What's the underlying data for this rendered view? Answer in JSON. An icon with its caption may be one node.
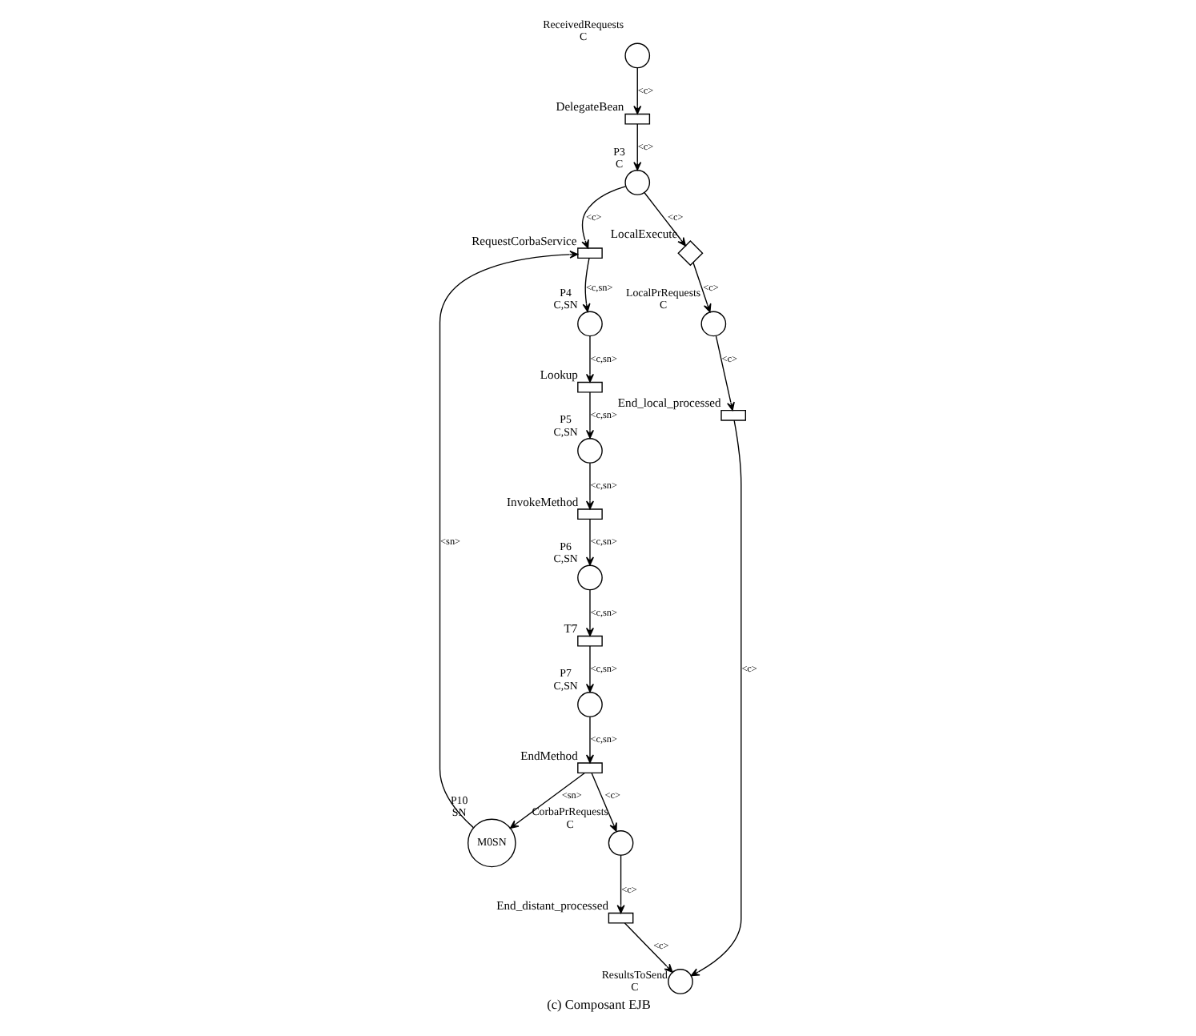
{
  "diagram": {
    "caption": "(c) Composant EJB",
    "nodes": [
      {
        "text": [
          "ReceivedRequests",
          "C"
        ]
      },
      {
        "text": [
          "DelegateBean"
        ]
      },
      {
        "text": [
          "P3",
          "C"
        ]
      },
      {
        "text": [
          "RequestCorbaService"
        ]
      },
      {
        "text": [
          "P4",
          "C,SN"
        ]
      },
      {
        "text": [
          "Lookup"
        ]
      },
      {
        "text": [
          "P5",
          "C,SN"
        ]
      },
      {
        "text": [
          "InvokeMethod"
        ]
      },
      {
        "text": [
          "LocalExecute"
        ]
      },
      {
        "text": [
          "LocalPrRequests",
          "C"
        ]
      },
      {
        "text": [
          "End_local_processed"
        ]
      },
      {
        "text": [
          "P10",
          "SN",
          "M0SN"
        ]
      },
      {
        "text": [
          "P6",
          "C,SN"
        ]
      },
      {
        "text": [
          "T7"
        ]
      },
      {
        "text": [
          "ResultsToSend",
          "C"
        ]
      },
      {
        "text": [
          "P7",
          "C,SN"
        ]
      },
      {
        "text": [
          "EndMethod"
        ]
      },
      {
        "text": [
          "End_distant_processed"
        ]
      },
      {
        "text": [
          "CorbaPrRequests",
          "C"
        ]
      }
    ],
    "edges": [
      {
        "from": 0,
        "to": 1,
        "arrow": "to",
        "label": "<c>"
      },
      {
        "from": 1,
        "to": 2,
        "arrow": "to",
        "label": "<c>"
      },
      {
        "from": 2,
        "to": 3,
        "arrow": "to",
        "label": "<c>"
      },
      {
        "from": 2,
        "to": 8,
        "arrow": "to",
        "label": "<c>"
      },
      {
        "from": 3,
        "to": 4,
        "arrow": "to",
        "label": "<c,sn>"
      },
      {
        "from": 4,
        "to": 5,
        "arrow": "to",
        "label": "<c,sn>"
      },
      {
        "from": 5,
        "to": 6,
        "arrow": "to",
        "label": "<c,sn>"
      },
      {
        "from": 6,
        "to": 7,
        "arrow": "to",
        "label": "<c,sn>"
      },
      {
        "from": 11,
        "to": 3,
        "arrow": "to",
        "label": "<sn>"
      },
      {
        "from": 7,
        "to": 12,
        "arrow": "to",
        "label": "<c,sn>"
      },
      {
        "from": 8,
        "to": 9,
        "arrow": "to",
        "label": "<c>"
      },
      {
        "from": 9,
        "to": 10,
        "arrow": "to",
        "label": "<c>"
      },
      {
        "from": 10,
        "to": 14,
        "arrow": "to",
        "label": "<c>"
      },
      {
        "from": 12,
        "to": 13,
        "arrow": "to",
        "label": "<c,sn>"
      },
      {
        "from": 13,
        "to": 15,
        "arrow": "to",
        "label": "<c,sn>"
      },
      {
        "from": 15,
        "to": 16,
        "arrow": "to",
        "label": "<c,sn>"
      },
      {
        "from": 16,
        "to": 11,
        "arrow": "to",
        "label": "<sn>"
      },
      {
        "from": 16,
        "to": 18,
        "arrow": "to",
        "label": "<c>"
      },
      {
        "from": 18,
        "to": 17,
        "arrow": "to",
        "label": "<c>"
      },
      {
        "from": 17,
        "to": 14,
        "arrow": "to",
        "label": "<c>"
      }
    ]
  }
}
